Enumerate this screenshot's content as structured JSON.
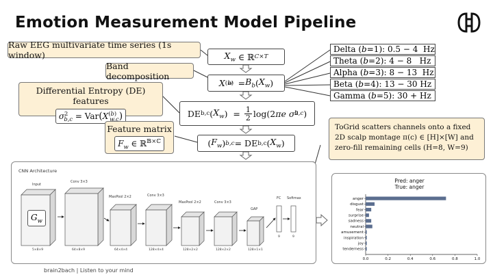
{
  "title": "Emotion Measurement Model Pipeline",
  "notes": {
    "raw": "Raw EEG multivariate time series (1s window)",
    "band": "Band decomposition",
    "de": "Differential Entropy (DE) features",
    "feature": "Feature matrix",
    "togrid": "ToGrid scatters channels onto a fixed 2D scalp montage π(c) ∈ [H]×[W] and zero-fill remaining cells (H=8, W=9)"
  },
  "bands": [
    {
      "name": "Delta",
      "b": "1",
      "range": "0.5 − 4  Hz"
    },
    {
      "name": "Theta",
      "b": "2",
      "range": "4 − 8   Hz"
    },
    {
      "name": "Alpha",
      "b": "3",
      "range": "8 − 13  Hz"
    },
    {
      "name": "Beta",
      "b": "4",
      "range": "13 − 30 Hz"
    },
    {
      "name": "Gamma",
      "b": "5",
      "range": "30 + Hz"
    }
  ],
  "cnn": {
    "title": "CNN Architecture",
    "input_label": "Input",
    "input_symbol": "G",
    "input_sub": "w",
    "layers": [
      {
        "name": "Input",
        "dims": "5×8×9"
      },
      {
        "name": "Conv 3×3",
        "dims": "64×8×9"
      },
      {
        "name": "MaxPool 2×2",
        "dims": "64×4×4"
      },
      {
        "name": "Conv 3×3",
        "dims": "128×4×4"
      },
      {
        "name": "MaxPool 2×2",
        "dims": "128×2×2"
      },
      {
        "name": "Conv 3×3",
        "dims": "128×2×2"
      },
      {
        "name": "GAP",
        "dims": "128×1×1"
      },
      {
        "name": "FC",
        "dims": "9"
      },
      {
        "name": "Softmax",
        "dims": "9"
      }
    ]
  },
  "chart_data": {
    "type": "bar",
    "orientation": "horizontal",
    "title": "Pred: anger",
    "subtitle": "True: anger",
    "categories": [
      "anger",
      "disgust",
      "fear",
      "surprise",
      "sadness",
      "neutral",
      "amusement",
      "inspiration",
      "joy",
      "tenderness"
    ],
    "values": [
      0.72,
      0.08,
      0.05,
      0.03,
      0.05,
      0.06,
      0.01,
      0.01,
      0.01,
      0.01
    ],
    "xlim": [
      0.0,
      1.0
    ],
    "xticks": [
      "0.0",
      "0.2",
      "0.4",
      "0.6",
      "0.8",
      "1.0"
    ],
    "bar_color": "#5b6e8f"
  },
  "footer": "brain2bach | Listen to your mind"
}
